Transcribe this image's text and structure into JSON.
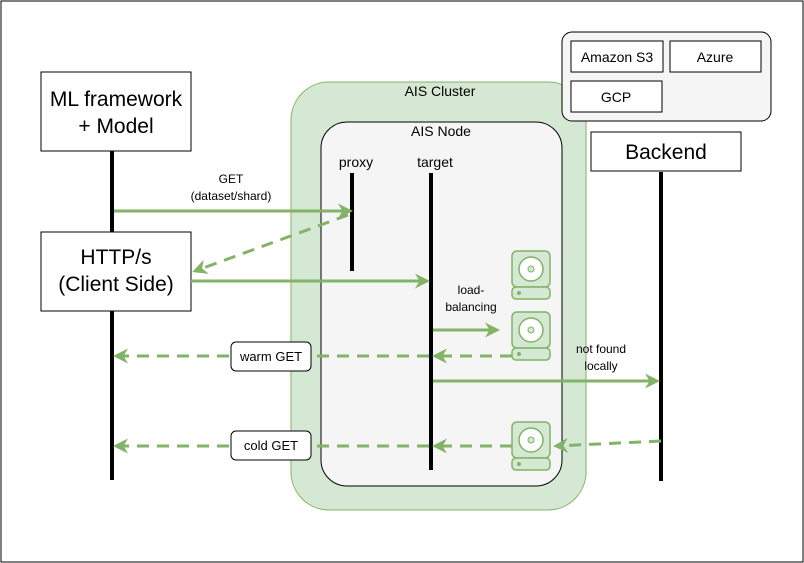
{
  "colors": {
    "green": "#82b366",
    "green_fill": "#d5e8d4",
    "node_fill": "#f5f5f5",
    "cloud_fill": "#f5f5f5",
    "stroke_dark": "#000000",
    "disk_fill": "#d5e8d4"
  },
  "actors": {
    "ml": {
      "line1": "ML framework",
      "line2": "+ Model"
    },
    "http": {
      "line1": "HTTP/s",
      "line2": "(Client Side)"
    },
    "backend": {
      "label": "Backend"
    }
  },
  "cluster": {
    "label": "AIS Cluster"
  },
  "node": {
    "label": "AIS Node",
    "proxy": "proxy",
    "target": "target"
  },
  "cloud": {
    "s3": "Amazon S3",
    "azure": "Azure",
    "gcp": "GCP"
  },
  "messages": {
    "get_line1": "GET",
    "get_line2": "(dataset/shard)",
    "load_line1": "load-",
    "load_line2": "balancing",
    "notfound_line1": "not found",
    "notfound_line2": "locally",
    "warm": "warm GET",
    "cold": "cold GET"
  },
  "icons": [
    "disk-icon",
    "disk-icon",
    "disk-icon"
  ]
}
